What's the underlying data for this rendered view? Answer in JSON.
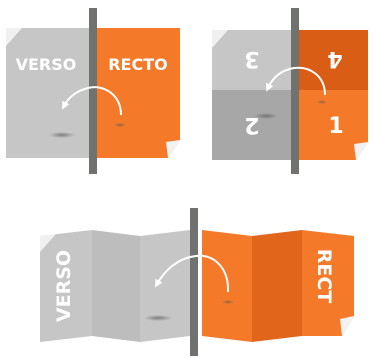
{
  "colors": {
    "verso_light": "#c6c6c6",
    "verso_dark": "#a7a7a7",
    "recto_light": "#f47a2a",
    "recto_dark": "#d95d14",
    "spine": "#6f726f",
    "arrow": "#ffffff"
  },
  "diagram_1": {
    "left_label": "VERSO",
    "right_label": "RECTO"
  },
  "diagram_2": {
    "top_left": "3",
    "top_right": "4",
    "bottom_left": "2",
    "bottom_right": "1"
  },
  "diagram_3": {
    "left_label": "VERSO",
    "right_label": "RECT"
  }
}
